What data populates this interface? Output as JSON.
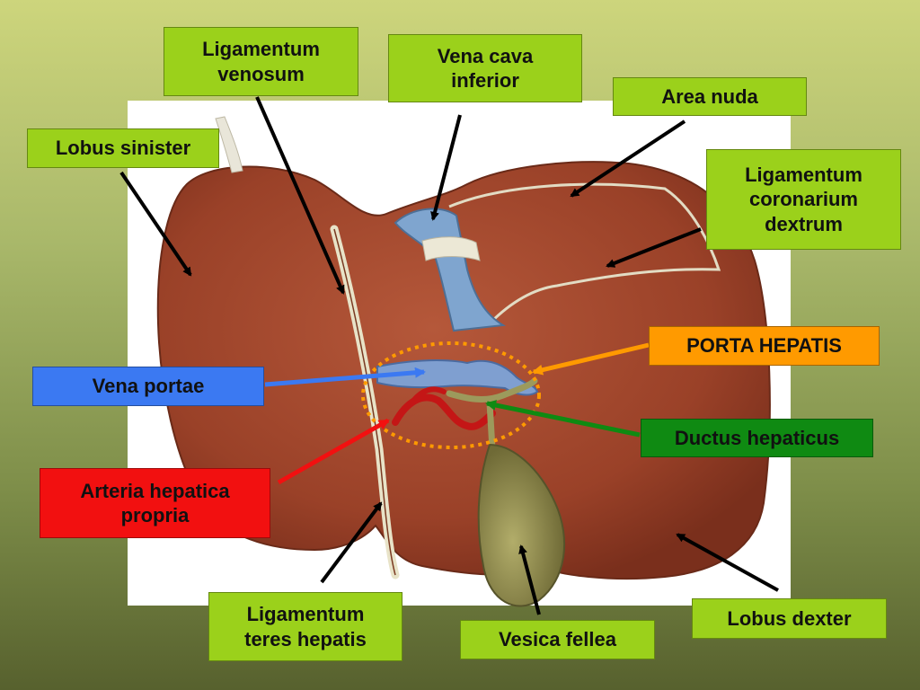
{
  "colors": {
    "label_green": "#9bd11b",
    "label_blue": "#3b79f2",
    "label_red": "#f21010",
    "label_orange": "#ff9a00",
    "label_darkgreen": "#0f8a12",
    "liver": "#a0452c",
    "gallbladder": "#8f8a4a",
    "vein_blue": "#7fa5cf",
    "artery_red": "#c41616"
  },
  "labels": {
    "ligamentum_venosum": "Ligamentum\nvenosum",
    "vena_cava_inferior": "Vena cava\ninferior",
    "area_nuda": "Area nuda",
    "lobus_sinister": "Lobus sinister",
    "ligamentum_coronarium_dextrum": "Ligamentum\ncoronarium\ndextrum",
    "porta_hepatis": "PORTA HEPATIS",
    "vena_portae": "Vena portae",
    "ductus_hepaticus": "Ductus hepaticus",
    "arteria_hepatica_propria": "Arteria hepatica\npropria",
    "ligamentum_teres_hepatis": "Ligamentum\nteres hepatis",
    "vesica_fellea": "Vesica fellea",
    "lobus_dexter": "Lobus dexter"
  }
}
